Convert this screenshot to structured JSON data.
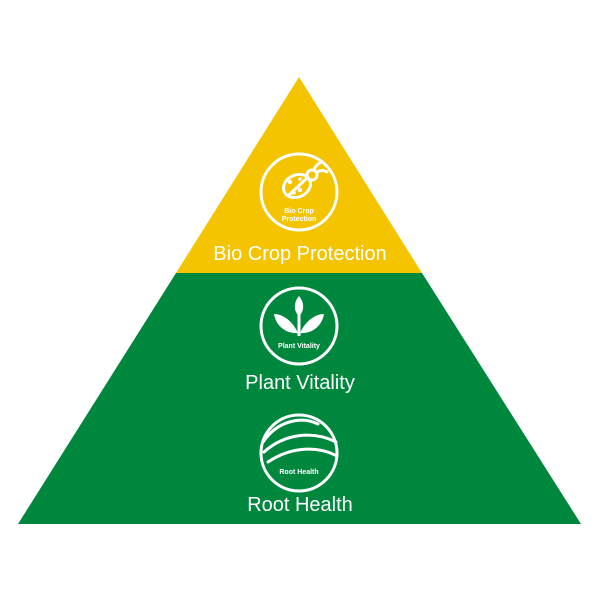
{
  "colors": {
    "top_tier": "#F5C400",
    "base_tiers": "#00873E",
    "icon_stroke": "#ffffff"
  },
  "tiers": [
    {
      "label": "Bio Crop Protection",
      "icon": "ladybug-icon",
      "icon_text": [
        "Bio Crop",
        "Protection"
      ]
    },
    {
      "label": "Plant Vitality",
      "icon": "sprout-icon",
      "icon_text": [
        "Plant Vitality"
      ]
    },
    {
      "label": "Root Health",
      "icon": "soil-layers-icon",
      "icon_text": [
        "Root Health"
      ]
    }
  ]
}
